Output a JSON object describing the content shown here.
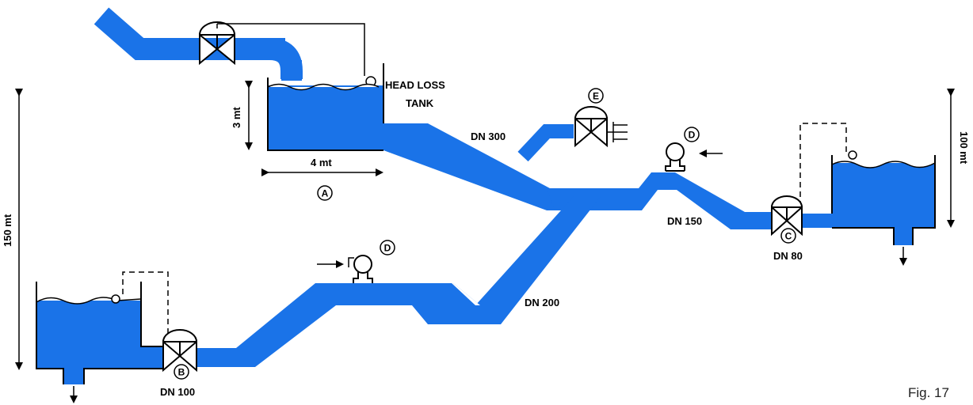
{
  "labels": {
    "head_loss_tank_line1": "HEAD LOSS",
    "head_loss_tank_line2": "TANK",
    "tank_height": "3 mt",
    "tank_width": "4 mt",
    "left_elevation": "150 mt",
    "right_elevation": "100 mt",
    "pipe_dn300": "DN 300",
    "pipe_dn200": "DN 200",
    "pipe_dn150": "DN 150",
    "pipe_dn100": "DN 100",
    "pipe_dn80": "DN 80",
    "figure_caption": "Fig. 17"
  },
  "markers": {
    "a": "A",
    "b": "B",
    "c": "C",
    "d_upper": "D",
    "d_lower": "D",
    "e": "E"
  },
  "colors": {
    "water": "#1a73e8",
    "outline": "#000000"
  }
}
